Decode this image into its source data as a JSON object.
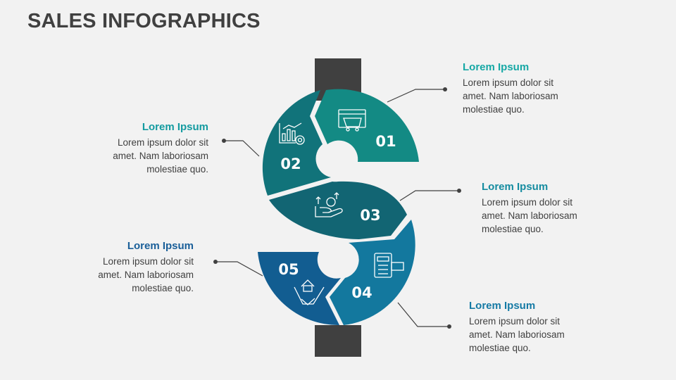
{
  "title": "SALES INFOGRAPHICS",
  "colors": {
    "background": "#f2f2f2",
    "bar": "#404040",
    "seg1": "#138a84",
    "seg2": "#11737a",
    "seg3": "#126573",
    "seg4": "#13789e",
    "seg5": "#125d91",
    "text": "#404040"
  },
  "steps": [
    {
      "number": "01",
      "heading": "Lorem Ipsum",
      "heading_color": "#16a8a5",
      "body": "Lorem ipsum dolor sit amet. Nam laboriosam molestiae quo.",
      "icon": "shopping-cart-browser-icon"
    },
    {
      "number": "02",
      "heading": "Lorem Ipsum",
      "heading_color": "#139ba0",
      "body": "Lorem ipsum dolor sit amet. Nam laboriosam molestiae quo.",
      "icon": "chart-target-icon"
    },
    {
      "number": "03",
      "heading": "Lorem Ipsum",
      "heading_color": "#158ca0",
      "body": "Lorem ipsum dolor sit amet. Nam laboriosam molestiae quo.",
      "icon": "hand-gear-growth-icon"
    },
    {
      "number": "04",
      "heading": "Lorem Ipsum",
      "heading_color": "#157aa5",
      "body": "Lorem ipsum dolor sit amet. Nam laboriosam molestiae quo.",
      "icon": "card-payment-terminal-icon"
    },
    {
      "number": "05",
      "heading": "Lorem Ipsum",
      "heading_color": "#1a5f99",
      "body": "Lorem ipsum dolor sit amet. Nam laboriosam molestiae quo.",
      "icon": "handshake-house-icon"
    }
  ]
}
